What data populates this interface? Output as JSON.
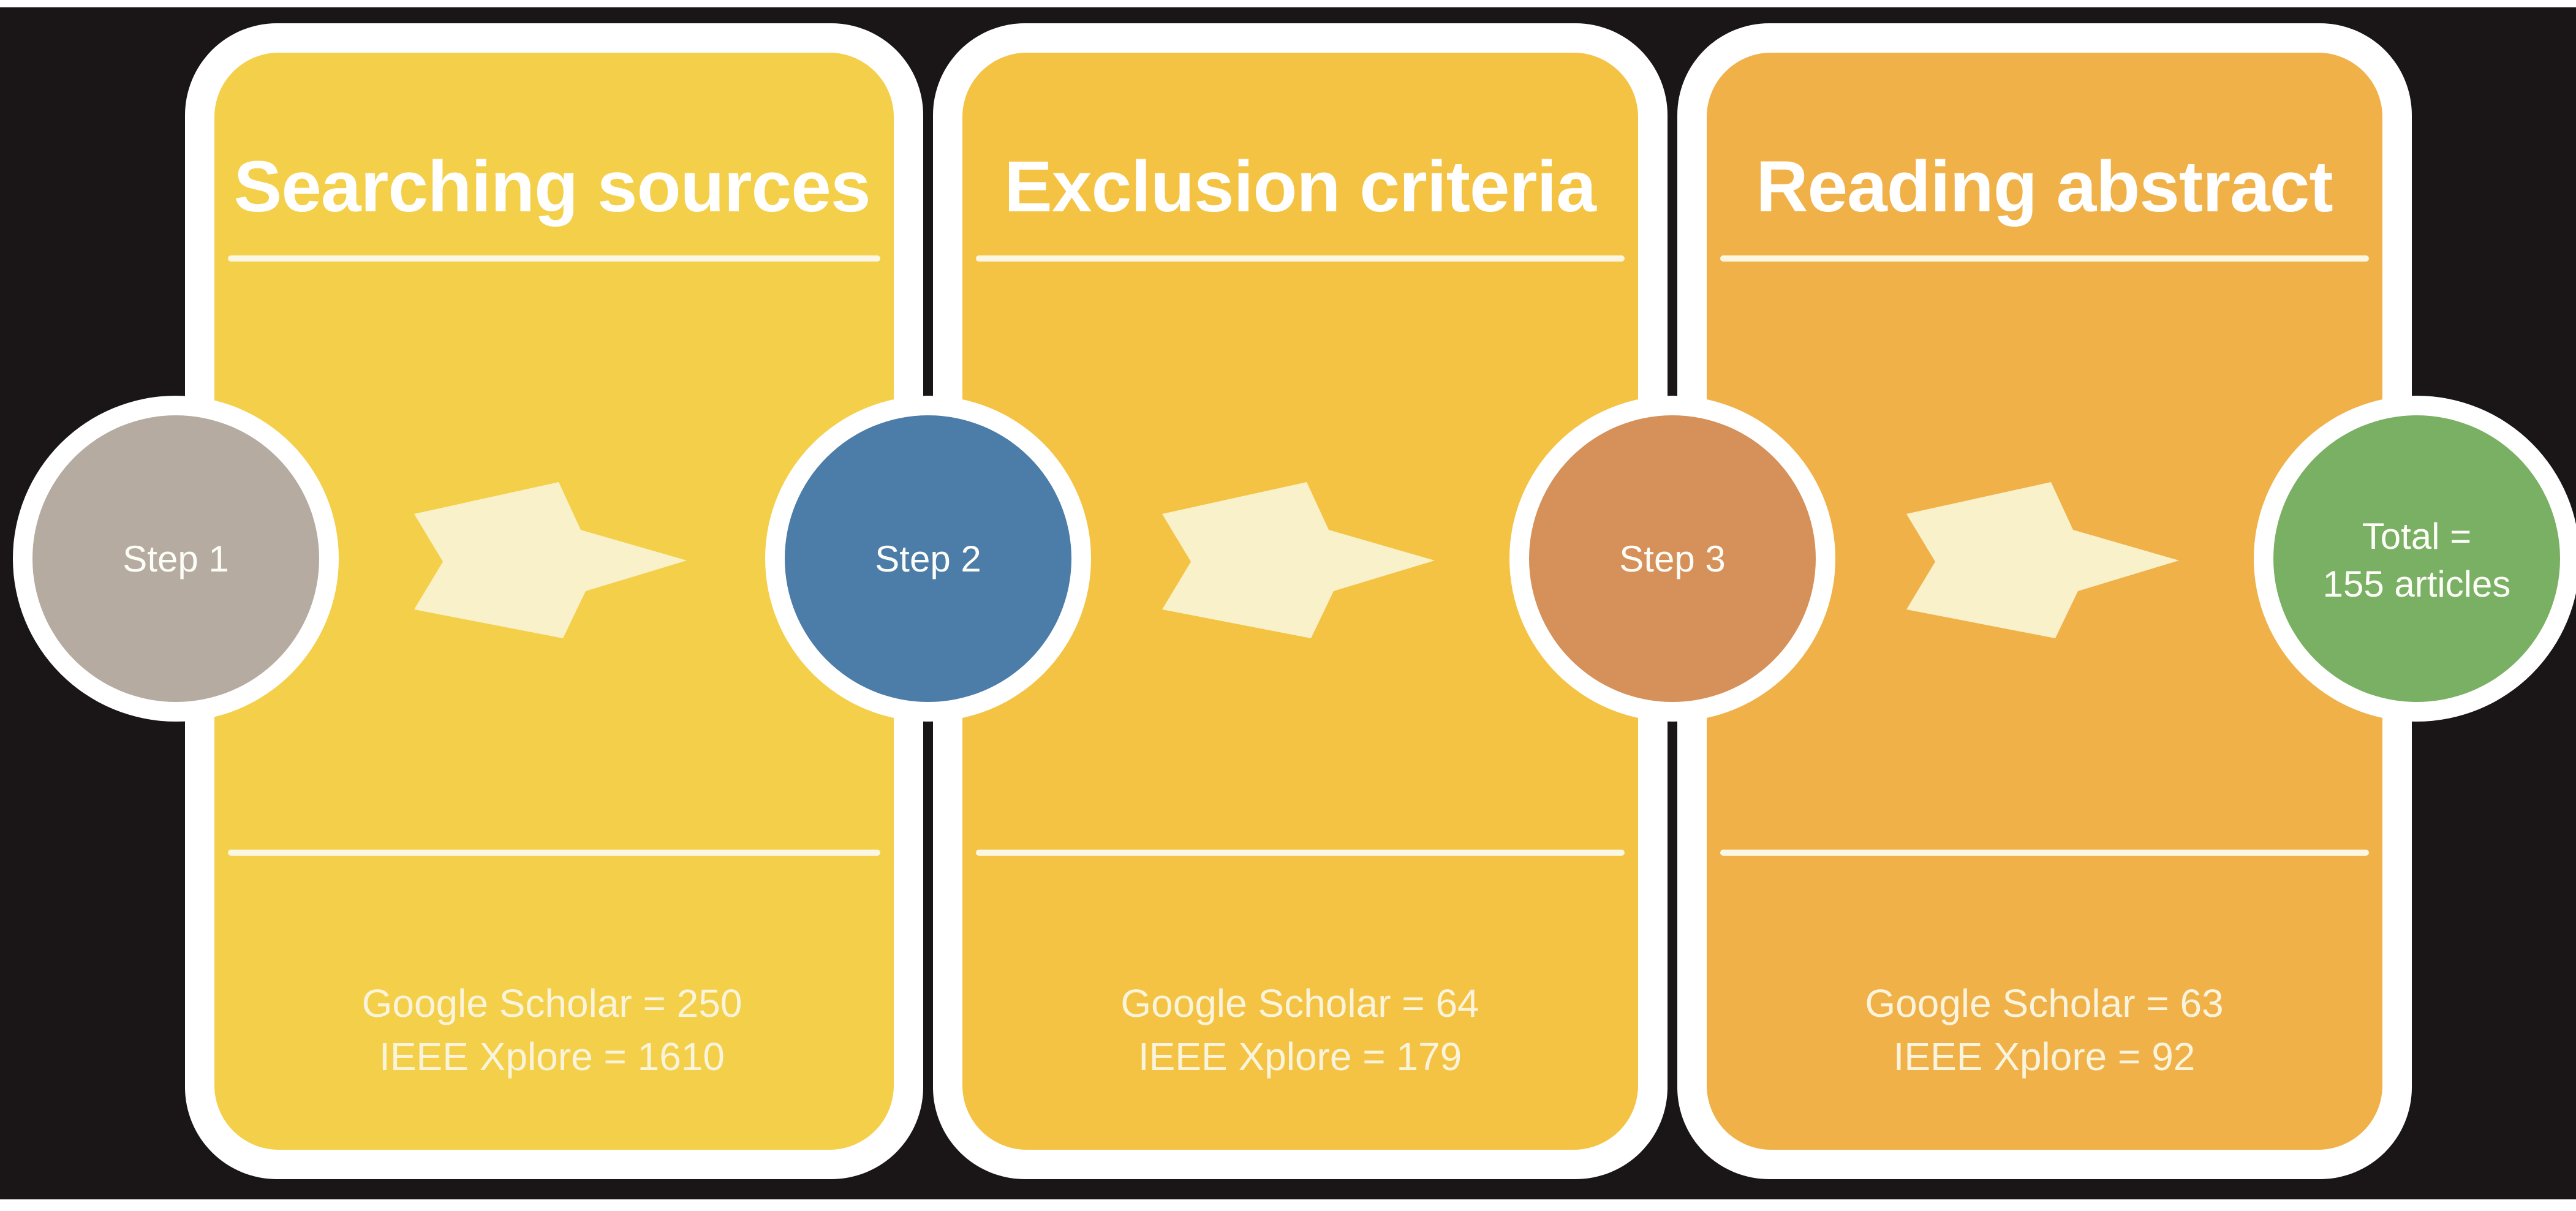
{
  "diagram": {
    "background_color": "#1A1617",
    "edge_strip_color": "#F9F9F9",
    "card_border_color": "#FFFFFF",
    "separator_color": "#FBF7E3",
    "arrow_color": "#F9F1CA",
    "title_color": "#FFFFFF",
    "stats_color": "#FAF4DC",
    "label_color": "#FDFDF8"
  },
  "steps": [
    {
      "title": "Searching sources",
      "stats_line1": "Google Scholar = 250",
      "stats_line2": "IEEE Xplore = 1610",
      "circle_label": "Step 1",
      "card_color": "#F4CF49",
      "circle_color": "#B5ABA0"
    },
    {
      "title": "Exclusion criteria",
      "stats_line1": "Google Scholar = 64",
      "stats_line2": "IEEE Xplore = 179",
      "circle_label": "Step 2",
      "card_color": "#F4C343",
      "circle_color": "#4C7CA8"
    },
    {
      "title": "Reading abstract",
      "stats_line1": "Google Scholar = 63",
      "stats_line2": "IEEE Xplore = 92",
      "circle_label": "Step 3",
      "card_color": "#F0B149",
      "circle_color": "#D69059"
    }
  ],
  "result": {
    "label_line1": "Total =",
    "label_line2": "155 articles",
    "circle_color": "#7AB063"
  }
}
